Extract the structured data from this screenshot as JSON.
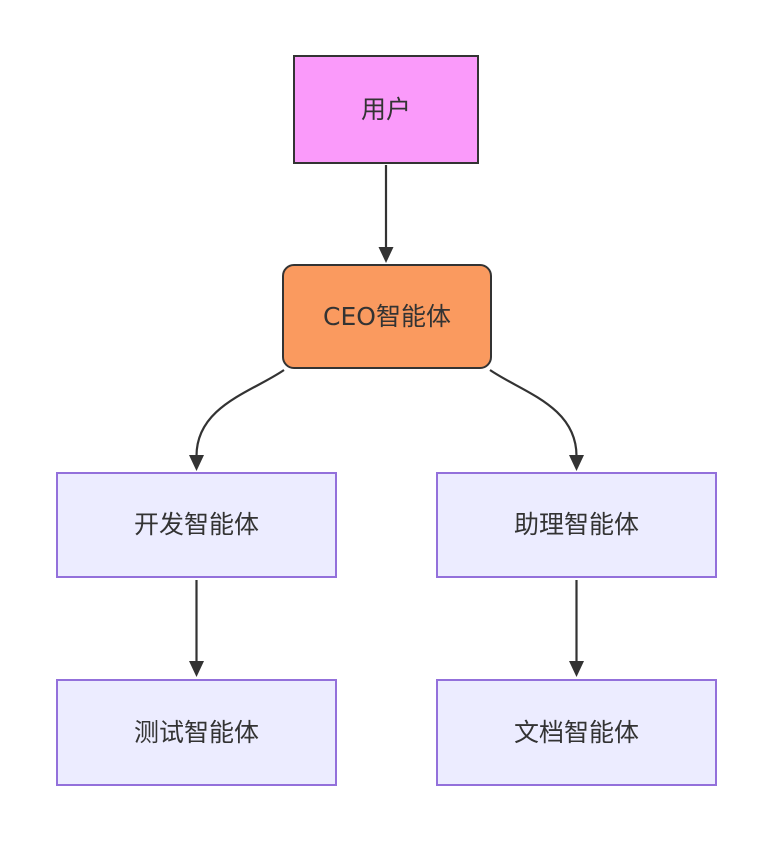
{
  "diagram": {
    "type": "flowchart",
    "direction": "top-down",
    "nodes": {
      "user": {
        "label": "用户",
        "shape": "rect",
        "fill": "#fa9afa",
        "stroke": "#333333"
      },
      "ceo": {
        "label": "CEO智能体",
        "shape": "rounded-rect",
        "fill": "#fa9a5f",
        "stroke": "#333333"
      },
      "dev": {
        "label": "开发智能体",
        "shape": "rect",
        "fill": "#ececff",
        "stroke": "#9370db"
      },
      "assistant": {
        "label": "助理智能体",
        "shape": "rect",
        "fill": "#ececff",
        "stroke": "#9370db"
      },
      "test": {
        "label": "测试智能体",
        "shape": "rect",
        "fill": "#ececff",
        "stroke": "#9370db"
      },
      "doc": {
        "label": "文档智能体",
        "shape": "rect",
        "fill": "#ececff",
        "stroke": "#9370db"
      }
    },
    "edges": [
      {
        "from": "用户",
        "to": "CEO智能体",
        "style": "arrow",
        "shape": "straight"
      },
      {
        "from": "CEO智能体",
        "to": "开发智能体",
        "style": "arrow",
        "shape": "curve"
      },
      {
        "from": "CEO智能体",
        "to": "助理智能体",
        "style": "arrow",
        "shape": "curve"
      },
      {
        "from": "开发智能体",
        "to": "测试智能体",
        "style": "arrow",
        "shape": "straight"
      },
      {
        "from": "助理智能体",
        "to": "文档智能体",
        "style": "arrow",
        "shape": "straight"
      }
    ],
    "colors": {
      "background": "#ffffff",
      "line": "#333333",
      "text": "#333333",
      "user_fill": "#fa9afa",
      "ceo_fill": "#fa9a5f",
      "agent_fill": "#ececff",
      "agent_border": "#9370db",
      "dark_border": "#333333"
    }
  }
}
